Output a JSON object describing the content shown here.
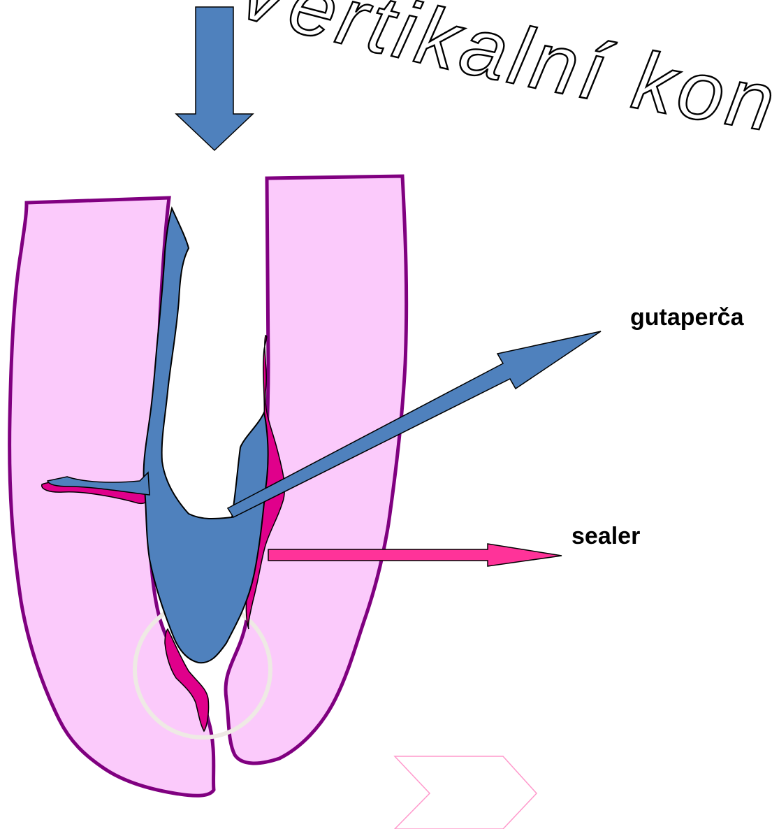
{
  "title": "Vertikalní konde",
  "labels": {
    "gutta_percha": "gutaperča",
    "sealer": "sealer"
  },
  "colors": {
    "dentin_fill": "#fbcafb",
    "dentin_outline": "#800080",
    "gutta_percha": "#4f81bd",
    "sealer": "#e0008b",
    "sealer_arrow": "#ff3399",
    "apex_circle": "#eeeae4",
    "next_chevron": "#ff99cc"
  },
  "icons": {
    "compaction_arrow": "arrow-down-icon",
    "next_button": "chevron-right-icon"
  }
}
